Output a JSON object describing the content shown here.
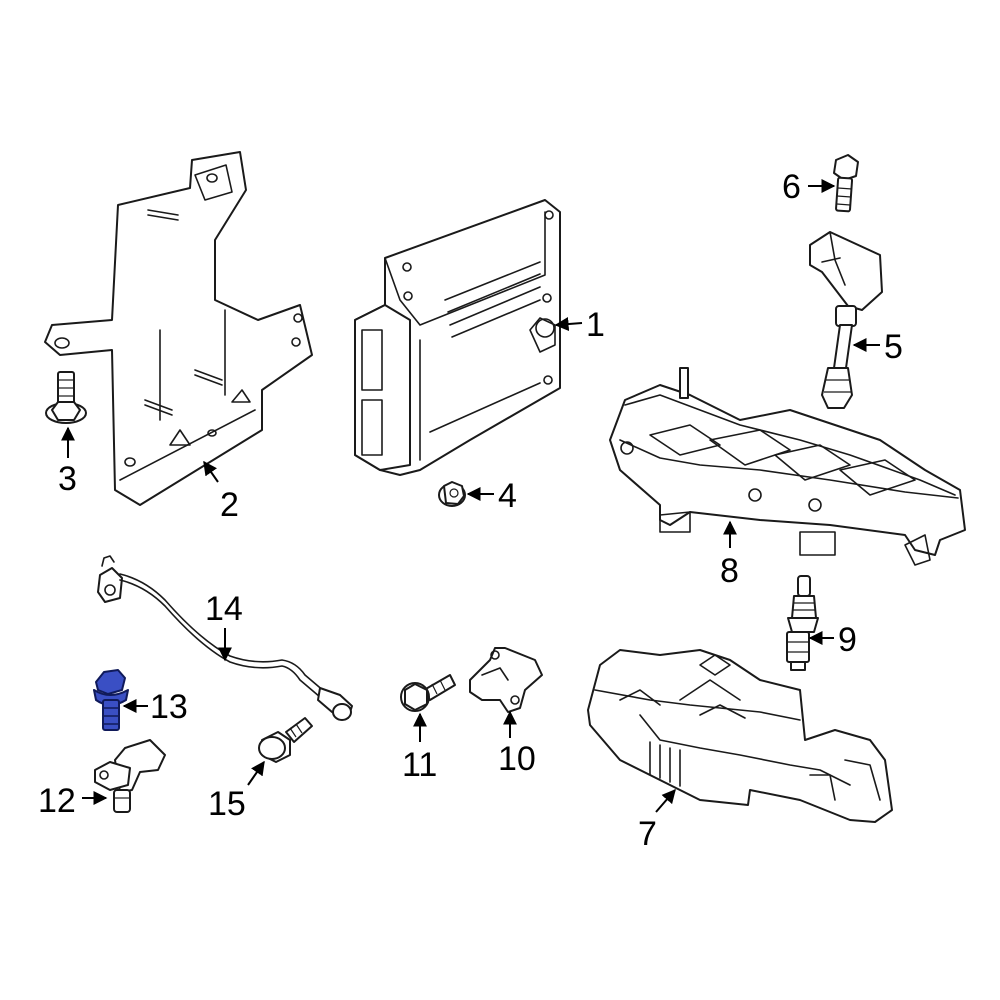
{
  "highlight_color": "#3a4fc4",
  "line_color": "#1a1a1a",
  "callouts": [
    {
      "id": "1",
      "label": "1"
    },
    {
      "id": "2",
      "label": "2"
    },
    {
      "id": "3",
      "label": "3"
    },
    {
      "id": "4",
      "label": "4"
    },
    {
      "id": "5",
      "label": "5"
    },
    {
      "id": "6",
      "label": "6"
    },
    {
      "id": "7",
      "label": "7"
    },
    {
      "id": "8",
      "label": "8"
    },
    {
      "id": "9",
      "label": "9"
    },
    {
      "id": "10",
      "label": "10"
    },
    {
      "id": "11",
      "label": "11"
    },
    {
      "id": "12",
      "label": "12"
    },
    {
      "id": "13",
      "label": "13",
      "highlighted": true
    },
    {
      "id": "14",
      "label": "14"
    },
    {
      "id": "15",
      "label": "15"
    }
  ]
}
